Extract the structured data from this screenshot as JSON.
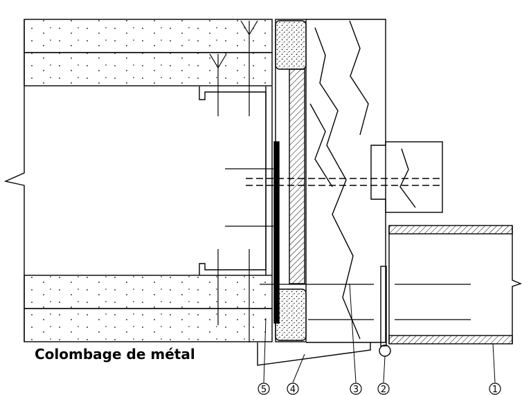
{
  "caption": "Colombage de métal",
  "callouts": [
    {
      "id": "5",
      "label": "5"
    },
    {
      "id": "4",
      "label": "4"
    },
    {
      "id": "3",
      "label": "3"
    },
    {
      "id": "2",
      "label": "2"
    },
    {
      "id": "1",
      "label": "1"
    }
  ],
  "colors": {
    "line": "#000000",
    "background": "#ffffff"
  }
}
